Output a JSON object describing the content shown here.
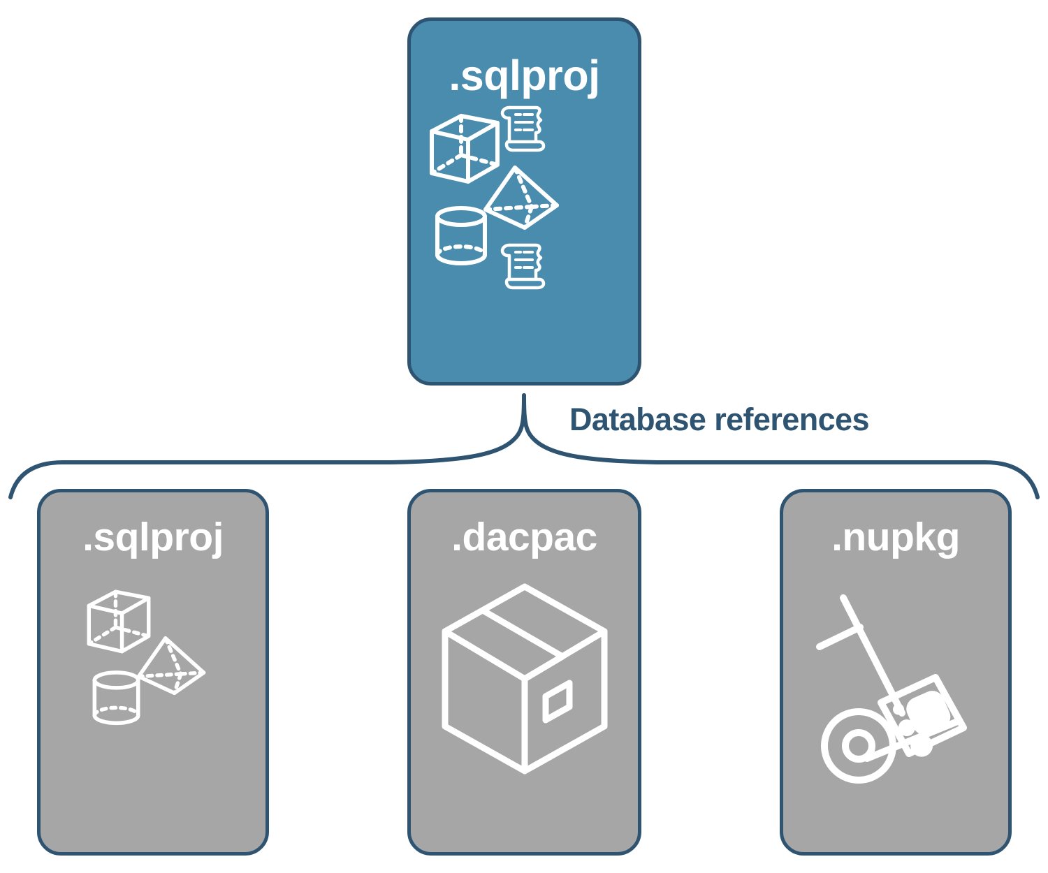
{
  "diagram": {
    "title": "Database references",
    "colors": {
      "primary_fill": "#4A8CAE",
      "secondary_fill": "#A6A6A6",
      "stroke": "#2E5472",
      "icon": "#FFFFFF",
      "background": "#FFFFFF"
    }
  },
  "top_card": {
    "label": ".sqlproj",
    "icons": [
      "cube-wireframe-icon",
      "pyramid-wireframe-icon",
      "cylinder-wireframe-icon",
      "scroll-icon",
      "scroll-icon"
    ]
  },
  "connector": {
    "label": "Database references",
    "style": "curly-brace"
  },
  "reference_cards": [
    {
      "label": ".sqlproj",
      "icons": [
        "cube-wireframe-icon",
        "pyramid-wireframe-icon",
        "cylinder-wireframe-icon"
      ]
    },
    {
      "label": ".dacpac",
      "icons": [
        "shipping-box-icon"
      ]
    },
    {
      "label": ".nupkg",
      "icons": [
        "hand-truck-icon",
        "package-logo-icon"
      ]
    }
  ]
}
